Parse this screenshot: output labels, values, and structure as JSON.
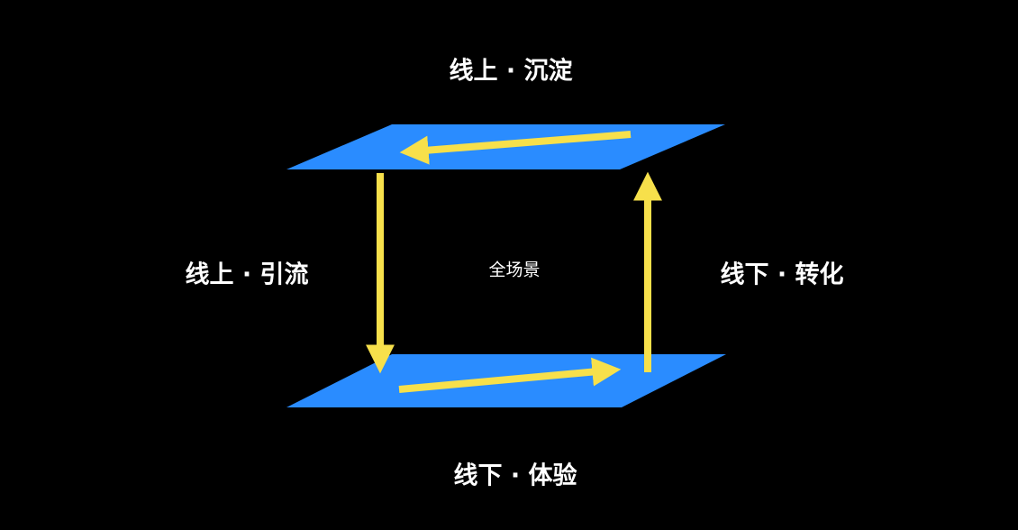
{
  "labels": {
    "top": "线上 · 沉淀",
    "left": "线上 · 引流",
    "right": "线下 · 转化",
    "bottom": "线下 · 体验",
    "center": "全场景"
  },
  "colors": {
    "background": "#000000",
    "plane": "#2A8CFF",
    "arrow": "#F7E04B",
    "text": "#FFFFFF"
  }
}
